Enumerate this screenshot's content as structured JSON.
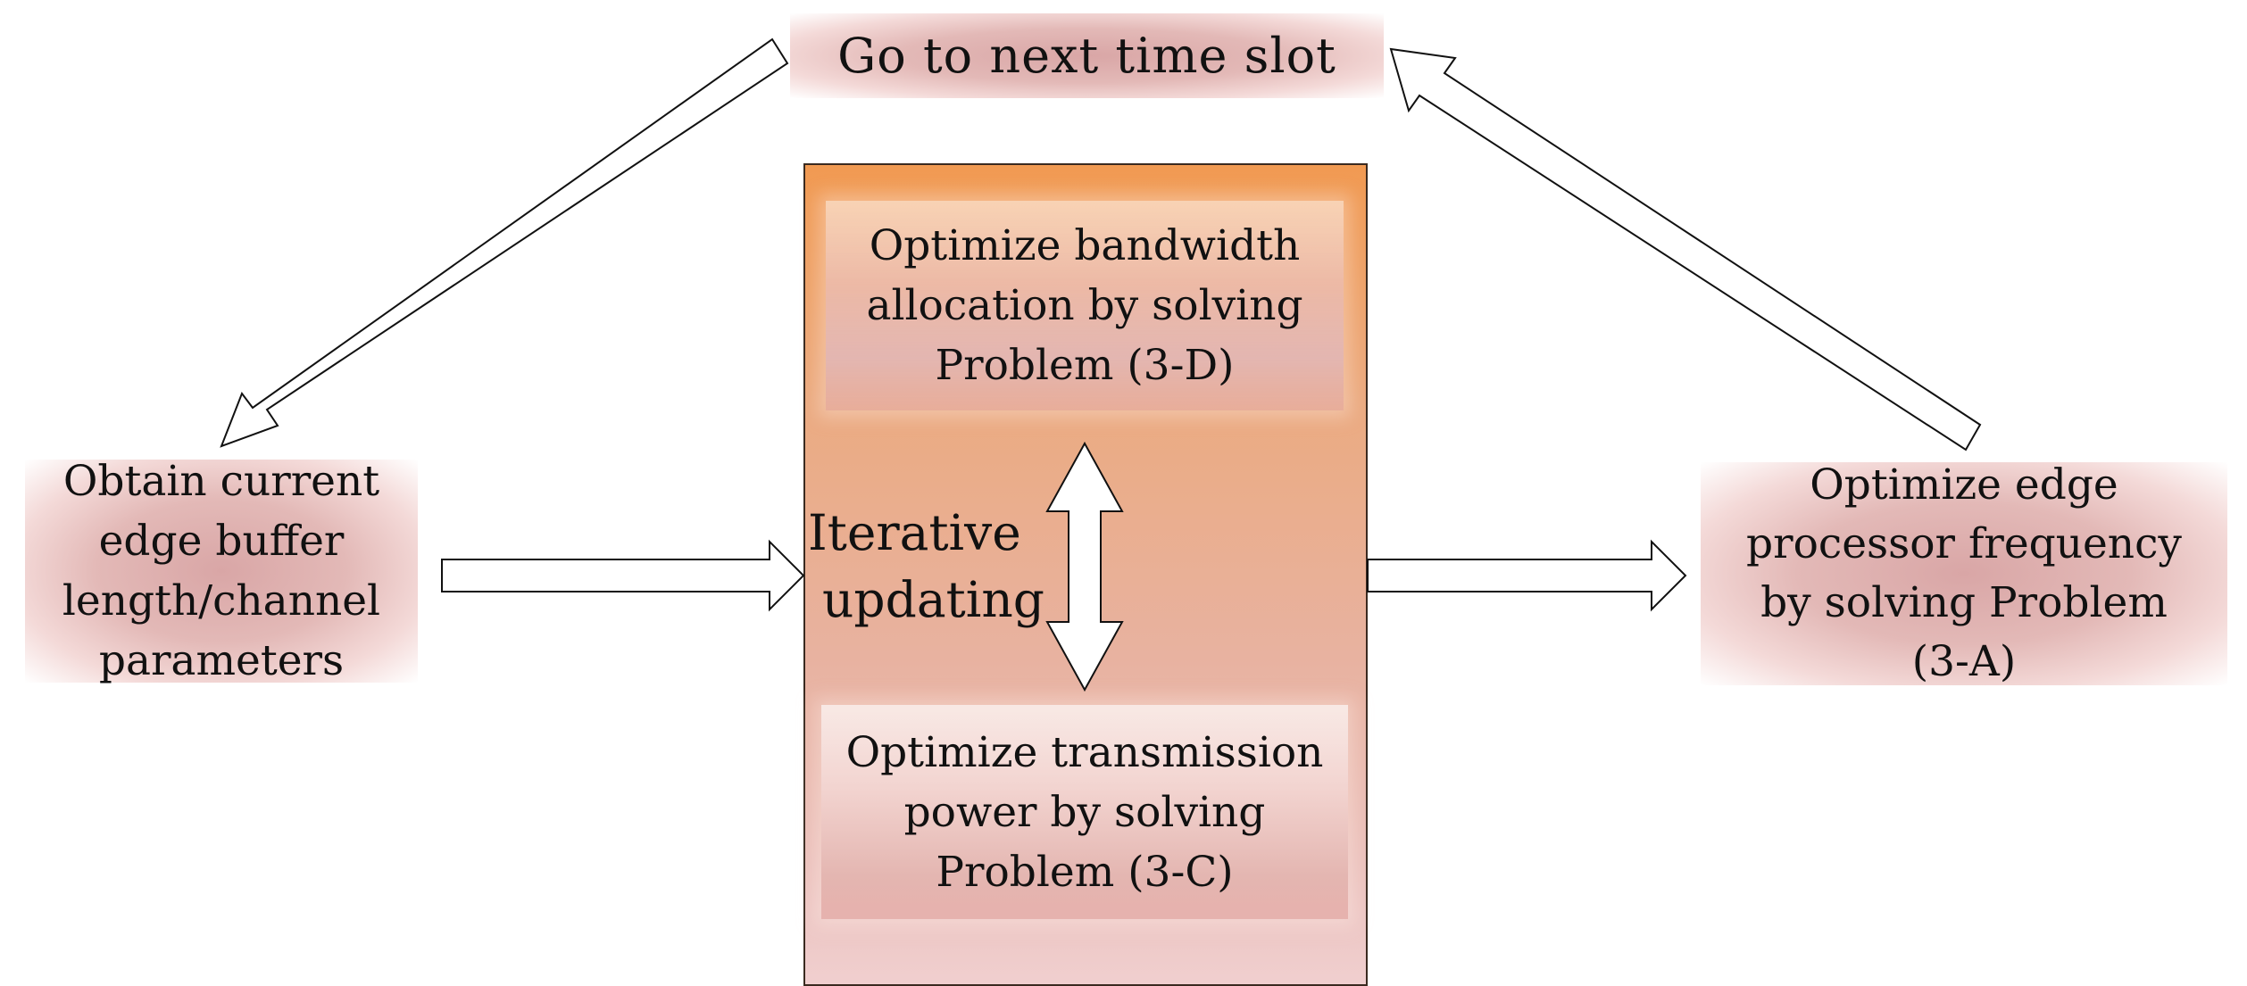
{
  "nodes": {
    "next_slot": {
      "lines": [
        "Go to next time slot"
      ]
    },
    "obtain": {
      "lines": [
        "Obtain current",
        "edge buffer",
        "length/channel",
        "parameters"
      ]
    },
    "bandwidth": {
      "lines": [
        "Optimize bandwidth",
        "allocation by solving",
        "Problem (3-D)"
      ]
    },
    "power": {
      "lines": [
        "Optimize transmission",
        "power by solving",
        "Problem (3-C)"
      ]
    },
    "frequency": {
      "lines": [
        "Optimize edge",
        "processor frequency",
        "by solving Problem",
        "(3-A)"
      ]
    }
  },
  "iterative_label": {
    "lines": [
      "Iterative",
      "updating"
    ]
  },
  "colors": {
    "box_pink": "#e3b9b7",
    "panel_top": "#f19a52",
    "panel_bottom": "#f0cfcf",
    "arrow_stroke": "#111111",
    "arrow_fill": "#ffffff"
  }
}
